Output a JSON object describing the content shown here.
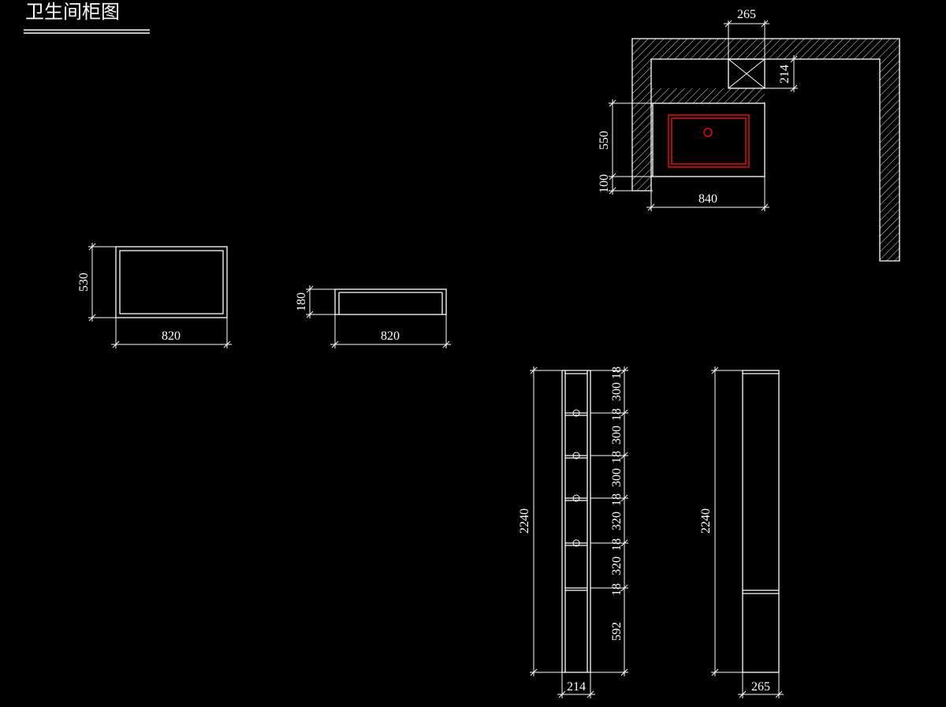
{
  "title": "卫生间柜图",
  "colors": {
    "background": "#000000",
    "line": "#ffffff",
    "basin": "#e01010"
  },
  "plan": {
    "dims": {
      "width_265": "265",
      "depth_214": "214",
      "depth_550": "550",
      "gap_100": "100",
      "width_840": "840"
    }
  },
  "top_view": {
    "height": "530",
    "width": "820"
  },
  "front_view": {
    "height": "180",
    "width": "820"
  },
  "tall_cabinet_section": {
    "total_height": "2240",
    "width": "214",
    "shelf_gap_labels": [
      "300",
      "300",
      "300",
      "320",
      "320",
      "592"
    ],
    "board_thickness_label": "18"
  },
  "tall_cabinet_elevation": {
    "total_height": "2240",
    "width": "265"
  }
}
